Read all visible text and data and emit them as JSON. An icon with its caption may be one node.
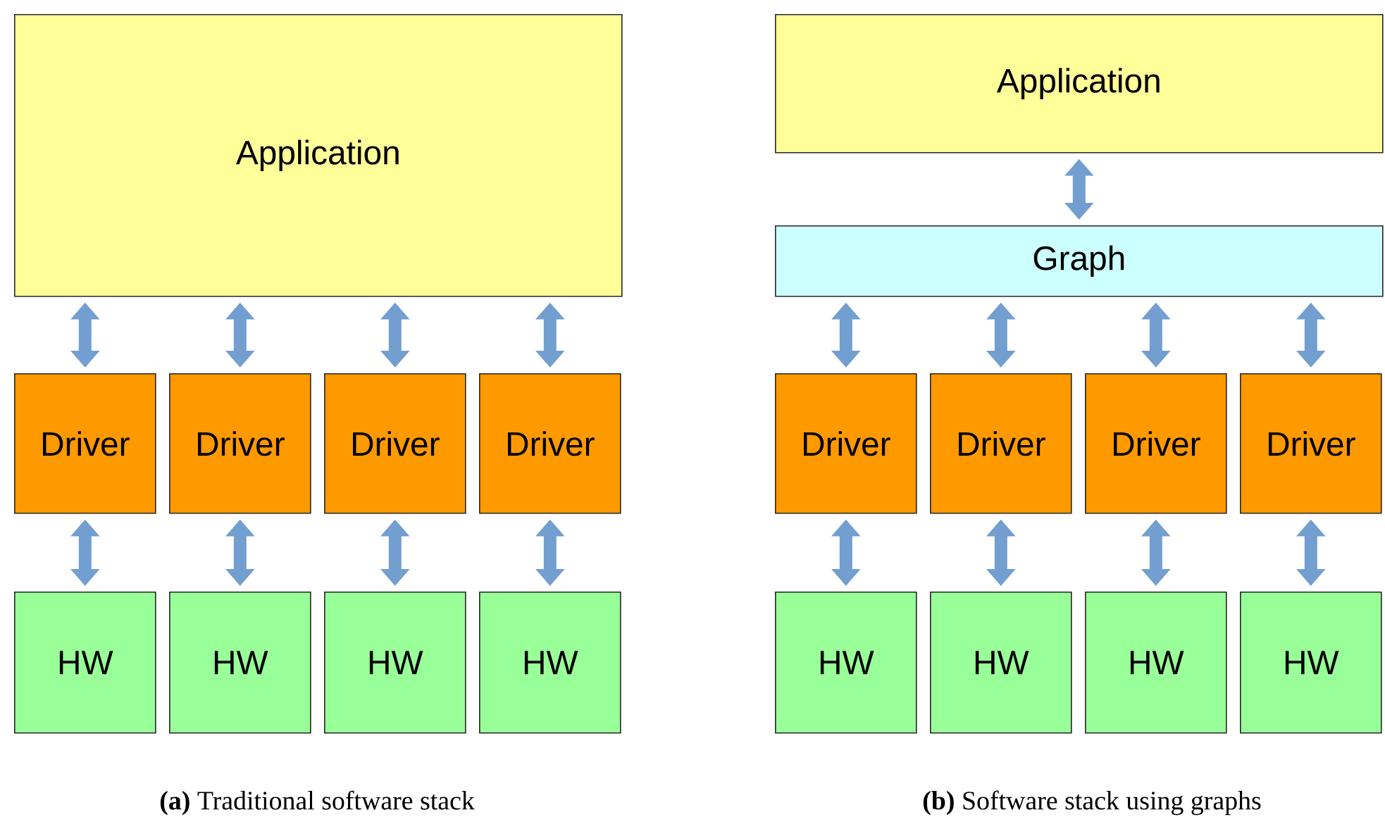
{
  "diagram": {
    "nodes": [
      {
        "text": [
          "Application"
        ]
      },
      {
        "text": [
          "Driver"
        ]
      },
      {
        "text": [
          "Driver"
        ]
      },
      {
        "text": [
          "Driver"
        ]
      },
      {
        "text": [
          "Driver"
        ]
      },
      {
        "text": [
          "HW"
        ]
      },
      {
        "text": [
          "HW"
        ]
      },
      {
        "text": [
          "HW"
        ]
      },
      {
        "text": [
          "HW"
        ]
      },
      {
        "text": [
          "Application"
        ]
      },
      {
        "text": [
          "Graph"
        ]
      },
      {
        "text": [
          "Driver"
        ]
      },
      {
        "text": [
          "Driver"
        ]
      },
      {
        "text": [
          "Driver"
        ]
      },
      {
        "text": [
          "Driver"
        ]
      },
      {
        "text": [
          "HW"
        ]
      },
      {
        "text": [
          "HW"
        ]
      },
      {
        "text": [
          "HW"
        ]
      },
      {
        "text": [
          "HW"
        ]
      }
    ],
    "edges": [
      {
        "from": 0,
        "to": 1,
        "arrow": "both"
      },
      {
        "from": 0,
        "to": 2,
        "arrow": "both"
      },
      {
        "from": 0,
        "to": 3,
        "arrow": "both"
      },
      {
        "from": 0,
        "to": 4,
        "arrow": "both"
      },
      {
        "from": 1,
        "to": 5,
        "arrow": "both"
      },
      {
        "from": 2,
        "to": 6,
        "arrow": "both"
      },
      {
        "from": 3,
        "to": 7,
        "arrow": "both"
      },
      {
        "from": 4,
        "to": 8,
        "arrow": "both"
      },
      {
        "from": 9,
        "to": 10,
        "arrow": "both"
      },
      {
        "from": 10,
        "to": 11,
        "arrow": "both"
      },
      {
        "from": 10,
        "to": 12,
        "arrow": "both"
      },
      {
        "from": 10,
        "to": 13,
        "arrow": "both"
      },
      {
        "from": 10,
        "to": 14,
        "arrow": "both"
      },
      {
        "from": 11,
        "to": 15,
        "arrow": "both"
      },
      {
        "from": 12,
        "to": 16,
        "arrow": "both"
      },
      {
        "from": 13,
        "to": 17,
        "arrow": "both"
      },
      {
        "from": 14,
        "to": 18,
        "arrow": "both"
      }
    ],
    "labels": [
      "**(a)** Traditional software stack",
      "**(b)** Software stack using graphs"
    ]
  }
}
